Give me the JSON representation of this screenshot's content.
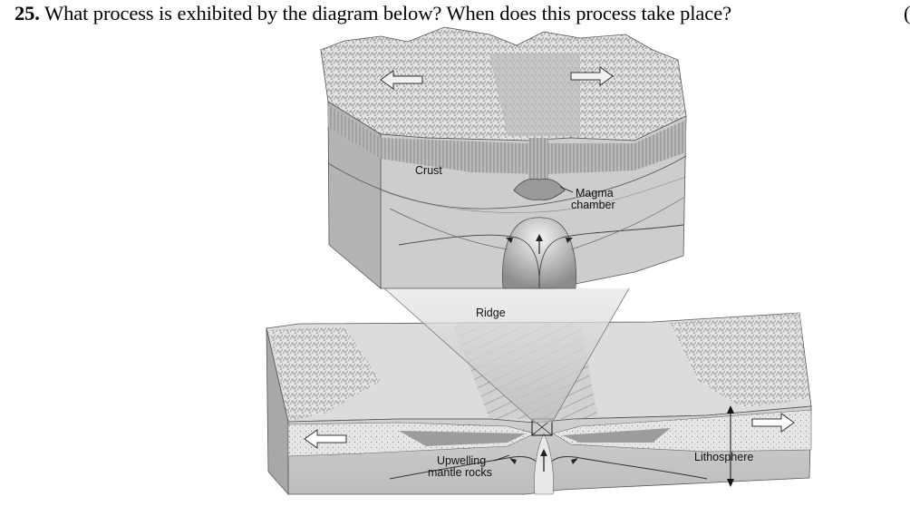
{
  "question": {
    "number": "25.",
    "text": "What process is exhibited by the diagram below? When does this process take place?",
    "cut_char": "("
  },
  "diagram": {
    "labels": {
      "crust": "Crust",
      "magma_line1": "Magma",
      "magma_line2": "chamber",
      "ridge": "Ridge",
      "upwelling_line1": "Upwelling",
      "upwelling_line2": "mantle rocks",
      "lithosphere": "Lithosphere"
    }
  }
}
